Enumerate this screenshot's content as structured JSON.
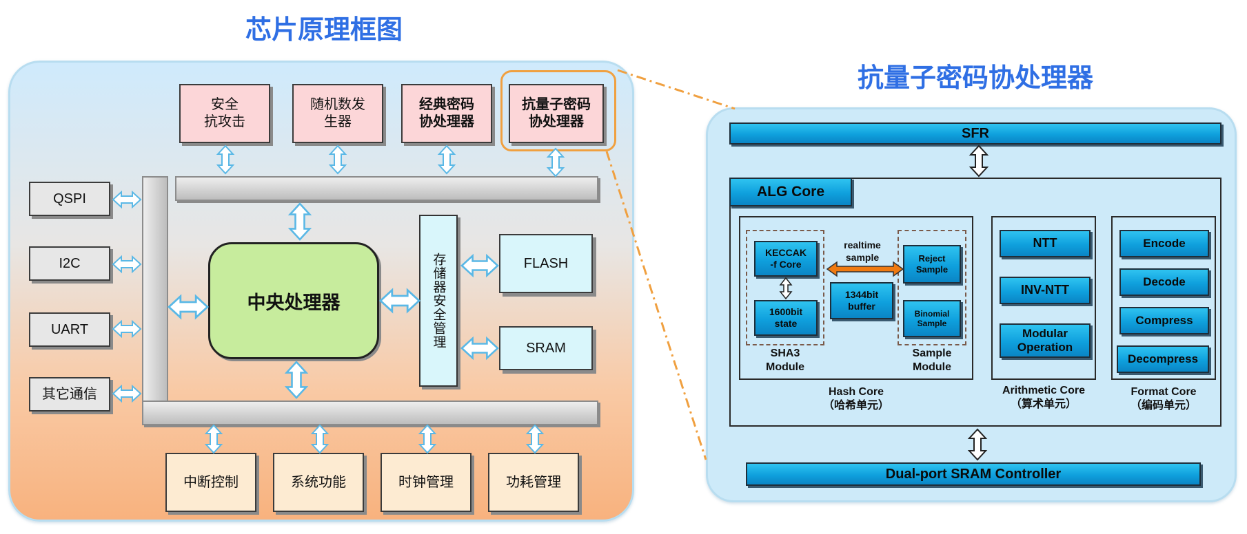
{
  "titles": {
    "left": "芯片原理框图",
    "right": "抗量子密码协处理器"
  },
  "left_panel": {
    "top_boxes": [
      "安全\n抗攻击",
      "随机数发\n生器",
      "经典密码\n协处理器",
      "抗量子密码\n协处理器"
    ],
    "left_boxes": [
      "QSPI",
      "I2C",
      "UART",
      "其它通信"
    ],
    "right_boxes": [
      "FLASH",
      "SRAM"
    ],
    "bottom_boxes": [
      "中断控制",
      "系统功能",
      "时钟管理",
      "功耗管理"
    ],
    "cpu": "中央处理器",
    "memory_security": "存储器安全管理"
  },
  "right_panel": {
    "sfr": "SFR",
    "alg_core": "ALG Core",
    "hash": {
      "keccak": "KECCAK\n-f Core",
      "state": "1600bit\nstate",
      "sha3_label": "SHA3\nModule",
      "realtime": "realtime\nsample",
      "buffer": "1344bit\nbuffer",
      "reject": "Reject\nSample",
      "binomial": "Binomial\nSample",
      "sample_label": "Sample\nModule",
      "core_label": "Hash Core\n（哈希单元）"
    },
    "arith": {
      "items": [
        "NTT",
        "INV-NTT",
        "Modular\nOperation"
      ],
      "core_label": "Arithmetic Core\n（算术单元）"
    },
    "format": {
      "items": [
        "Encode",
        "Decode",
        "Compress",
        "Decompress"
      ],
      "core_label": "Format Core\n（编码单元）"
    },
    "sram_controller": "Dual-port SRAM Controller"
  },
  "colors": {
    "title_blue": "#2f6fe4",
    "highlight_orange": "#f0a040",
    "module_blue": "#0fa0dd",
    "arrow_orange": "#f07a10",
    "arrow_light_blue": "#5ab8e6"
  }
}
